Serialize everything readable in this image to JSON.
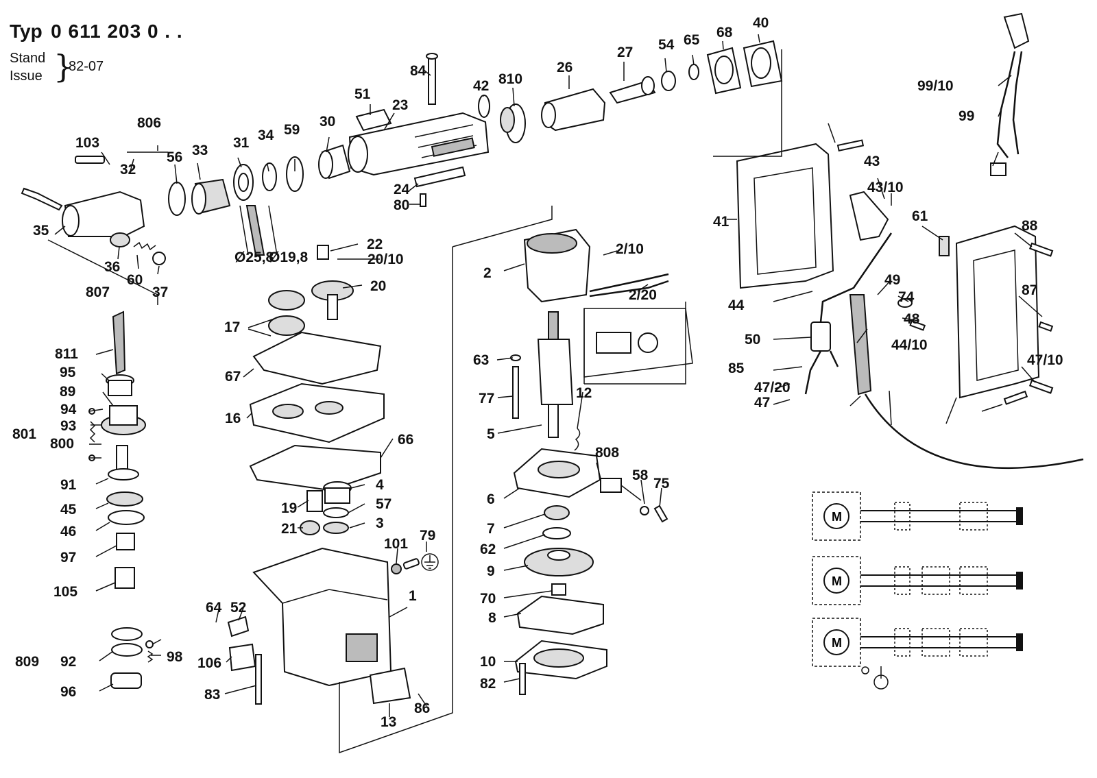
{
  "header": {
    "typ_label": "Typ",
    "typ_number": "0 611 203 0 . .",
    "stand_label": "Stand",
    "issue_label": "Issue",
    "issue_date": "82-07"
  },
  "part_labels": [
    "103",
    "806",
    "32",
    "56",
    "33",
    "31",
    "34",
    "59",
    "30",
    "51",
    "23",
    "84",
    "42",
    "810",
    "26",
    "27",
    "54",
    "65",
    "68",
    "40",
    "35",
    "36",
    "60",
    "37",
    "807",
    "24",
    "80",
    "Ø25,8",
    "Ø19,8",
    "22",
    "20/10",
    "20",
    "17",
    "67",
    "16",
    "66",
    "19",
    "4",
    "57",
    "21",
    "3",
    "811",
    "95",
    "89",
    "94",
    "93",
    "800",
    "801",
    "91",
    "45",
    "46",
    "97",
    "105",
    "809",
    "92",
    "96",
    "98",
    "64",
    "52",
    "106",
    "83",
    "1",
    "13",
    "86",
    "101",
    "79",
    "2",
    "2/10",
    "2/20",
    "63",
    "77",
    "5",
    "12",
    "6",
    "808",
    "58",
    "75",
    "7",
    "62",
    "9",
    "70",
    "8",
    "10",
    "82",
    "41",
    "43",
    "43/10",
    "61",
    "88",
    "87",
    "47/10",
    "49",
    "74",
    "48",
    "44/10",
    "44",
    "50",
    "85",
    "47/20",
    "47",
    "99/10",
    "99"
  ],
  "schematic": {
    "motor_label": "M",
    "variant_count": 3
  },
  "icons": [
    "ground-symbol-icon",
    "motor-symbol-icon",
    "switch-symbol-icon"
  ]
}
